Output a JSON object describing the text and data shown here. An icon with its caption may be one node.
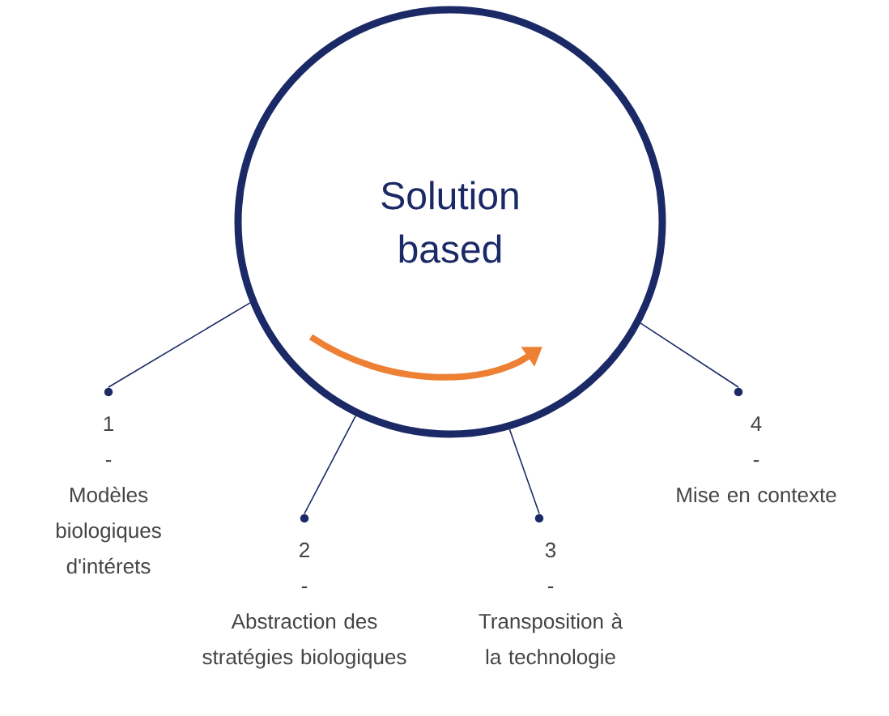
{
  "diagram": {
    "nodes": [
      {
        "text": [
          "Solution based"
        ]
      },
      {
        "text": [
          "1",
          "-",
          "Modèles biologiques d'intérets"
        ]
      },
      {
        "text": [
          "2",
          "-",
          "Abstraction des stratégies biologiques"
        ]
      },
      {
        "text": [
          "3",
          "-",
          "Transposition à la technologie"
        ]
      },
      {
        "text": [
          "4",
          "-",
          "Mise en contexte"
        ]
      }
    ],
    "edges": [
      {
        "from": 1,
        "to": 0,
        "arrow": "none"
      },
      {
        "from": 2,
        "to": 0,
        "arrow": "none"
      },
      {
        "from": 3,
        "to": 0,
        "arrow": "none"
      },
      {
        "from": 4,
        "to": 0,
        "arrow": "none"
      }
    ]
  }
}
